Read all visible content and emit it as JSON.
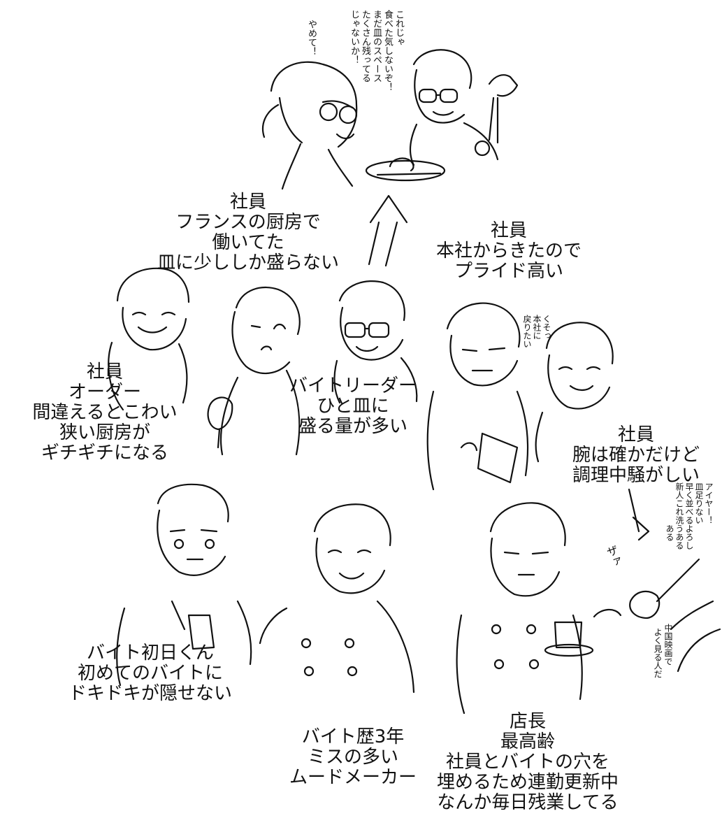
{
  "captions": {
    "top_staff": {
      "role": "社員",
      "lines": [
        "フランスの厨房で",
        "働いてた",
        "皿に少ししか盛らない"
      ]
    },
    "right_staff": {
      "role": "社員",
      "lines": [
        "本社からきたので",
        "プライド高い"
      ]
    },
    "left_staff": {
      "role": "社員",
      "lines": [
        "オーダー",
        "間違えるとこわい",
        "狭い厨房が",
        "ギチギチになる"
      ]
    },
    "part_leader": {
      "lines": [
        "バイトリーダー",
        "ひと皿に",
        "盛る量が多い"
      ]
    },
    "skilled_staff": {
      "role": "社員",
      "lines": [
        "腕は確かだけど",
        "調理中騒がしい"
      ]
    },
    "first_day": {
      "lines": [
        "バイト初日くん",
        "初めてのバイトに",
        "ドキドキが隠せない"
      ]
    },
    "three_years": {
      "lines": [
        "バイト歴3年",
        "ミスの多い",
        "ムードメーカー"
      ]
    },
    "manager": {
      "lines": [
        "店長",
        "最高齢",
        "社員とバイトの穴を",
        "埋めるため連勤更新中",
        "なんか毎日残業してる"
      ]
    }
  },
  "speech": {
    "top_left": "やめて！",
    "top_right": [
      "これじゃ",
      "食べた気しないぞ！",
      "まだ皿のスペース",
      "たくさん残ってる",
      "じゃないか！"
    ],
    "kuso": [
      "くそっ",
      "本社に",
      "戻りたい"
    ],
    "aiya": [
      "アイヤー！",
      "皿足りない",
      "早く並べるよろし",
      "新人これ洗うある",
      "ある"
    ],
    "china_film": [
      "中国映画で",
      "よく見る人だ"
    ],
    "zaa": "ザァ"
  }
}
